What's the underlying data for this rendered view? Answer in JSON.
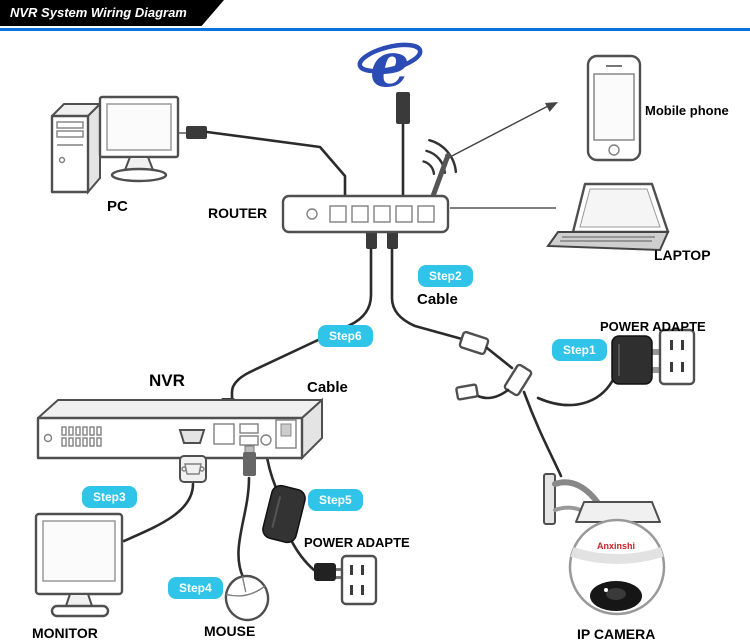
{
  "header": {
    "title": "NVR System Wiring Diagram"
  },
  "colors": {
    "header_bar": "#000000",
    "accent_line": "#0a72d8",
    "step_badge": "#2fc4e8",
    "ie_blue": "#2b4bb5",
    "brand_red": "#cc2222"
  },
  "labels": {
    "mobile_phone": "Mobile phone",
    "pc": "PC",
    "router": "ROUTER",
    "laptop": "LAPTOP",
    "cable_router": "Cable",
    "cable_nvr": "Cable",
    "power_adapter_camera": "POWER ADAPTE",
    "power_adapter_nvr": "POWER ADAPTE",
    "nvr": "NVR",
    "monitor": "MONITOR",
    "mouse": "MOUSE",
    "ip_camera": "IP CAMERA",
    "camera_brand": "Anxinshi",
    "ie_logo_letter": "e"
  },
  "steps": [
    {
      "label": "Step1"
    },
    {
      "label": "Step2"
    },
    {
      "label": "Step3"
    },
    {
      "label": "Step4"
    },
    {
      "label": "Step5"
    },
    {
      "label": "Step6"
    }
  ]
}
